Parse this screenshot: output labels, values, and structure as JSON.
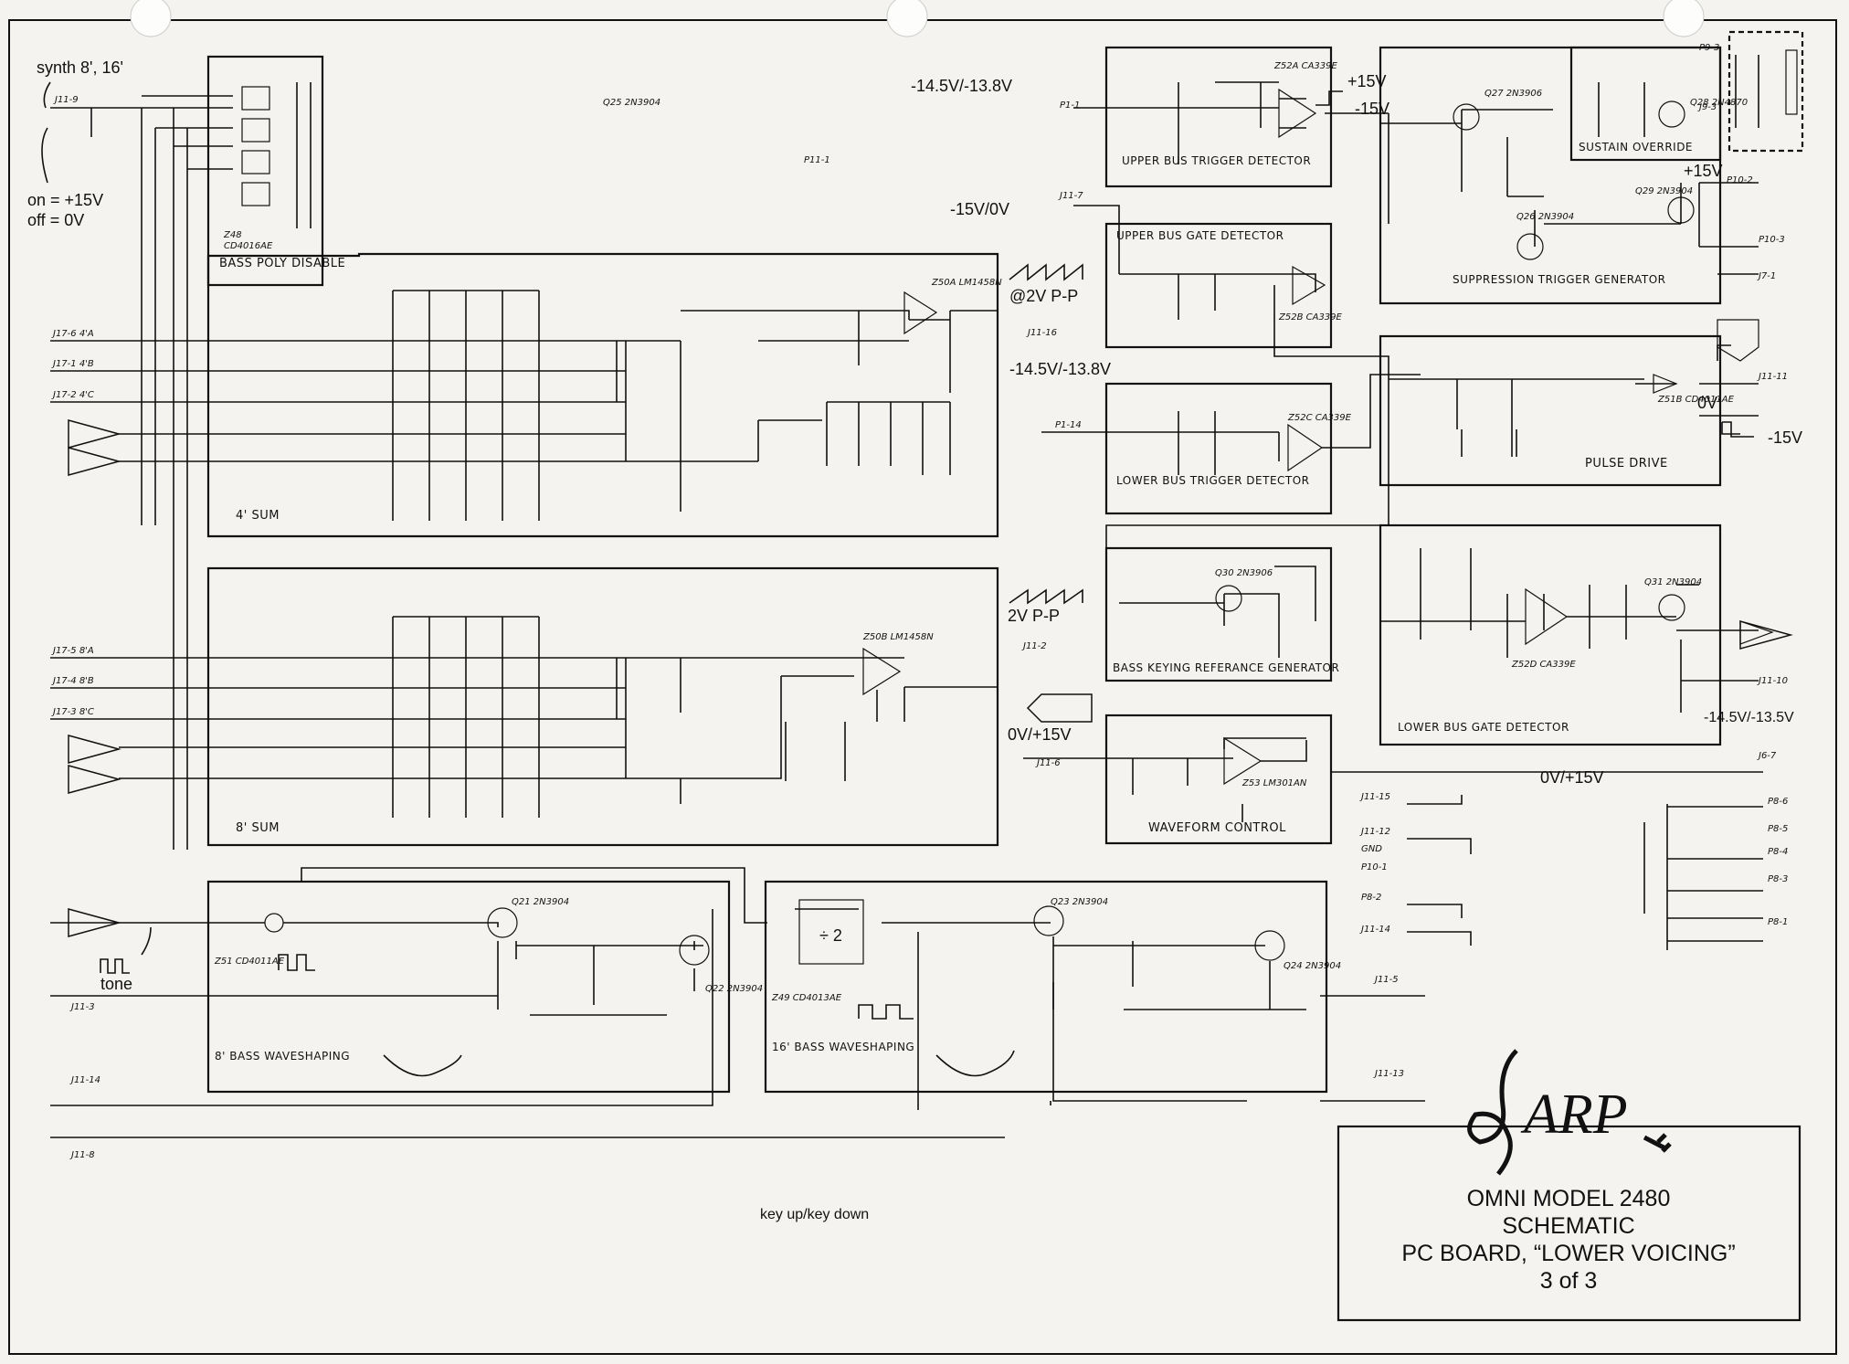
{
  "title_block": {
    "line1": "OMNI MODEL 2480",
    "line2": "SCHEMATIC",
    "line3": "PC BOARD, “LOWER VOICING”",
    "line4": "3 of 3",
    "logo_text": "ARP"
  },
  "blocks": {
    "bass_poly_disable": "BASS POLY DISABLE",
    "sum_4": "4' SUM",
    "sum_8": "8' SUM",
    "upper_bus_trigger": "UPPER BUS TRIGGER DETECTOR",
    "upper_bus_gate": "UPPER BUS GATE DETECTOR",
    "lower_bus_trigger": "LOWER BUS TRIGGER DETECTOR",
    "bass_keying": "BASS KEYING REFERANCE GENERATOR",
    "waveform_control": "WAVEFORM CONTROL",
    "sustain_override": "SUSTAIN OVERRIDE",
    "suppression": "SUPPRESSION TRIGGER GENERATOR",
    "pulse_drive": "PULSE DRIVE",
    "lower_bus_gate": "LOWER BUS GATE DETECTOR",
    "bass_8_waveshaping": "8' BASS WAVESHAPING",
    "bass_16_waveshaping": "16' BASS WAVESHAPING"
  },
  "annotations": {
    "synth": "synth 8', 16'",
    "on": "on = +15V",
    "off": "off = 0V",
    "tone": "tone",
    "key_updown": "key up/key down",
    "v_upper_bus": "-14.5V/-13.8V",
    "v_gate": "-15V/0V",
    "v_2vpp_a": "@2V P-P",
    "v_lower_bus": "-14.5V/-13.8V",
    "v_2vpp_b": "2V P-P",
    "v_hollow": "0V/+15V",
    "v_plus15_a": "+15V",
    "v_minus15_a": "-15V",
    "v_plus15_b": "+15V",
    "v_0v": "0V",
    "v_minus15_b": "-15V",
    "v_bass_gate": "-14.5V/-13.5V",
    "v_waveform_bus": "0V/+15V"
  },
  "connectors": {
    "j11_9": "J11-9",
    "j17_6": "J17-6 4'A",
    "j17_1": "J17-1 4'B",
    "j17_2": "J17-2 4'C",
    "j17_5": "J17-5 8'A",
    "j17_4": "J17-4 8'B",
    "j17_3": "J17-3 8'C",
    "j11_3": "J11-3",
    "j11_14": "J11-14",
    "j11_8": "J11-8",
    "j11_16": "J11-16",
    "j11_2": "J11-2",
    "j11_7": "J11-7",
    "p1_1": "P1-1",
    "p1_14": "P1-14",
    "j11_6": "J11-6",
    "p11_1": "P11-1",
    "j9_3": "J9-3",
    "p9_3": "P9-3",
    "p10_2": "P10-2",
    "p10_3": "P10-3",
    "j7_1": "J7-1",
    "j11_11": "J11-11",
    "j11_10": "J11-10",
    "j6_7": "J6-7",
    "j11_5": "J11-5",
    "j11_13": "J11-13",
    "j11_15": "J11-15",
    "j11_12": "J11-12",
    "gnd": "GND",
    "p10_1": "P10-1",
    "p8_2": "P8-2",
    "j11_14b": "J11-14",
    "p8_6": "P8-6",
    "p8_5": "P8-5",
    "p8_4": "P8-4",
    "p8_3": "P8-3",
    "p8_1": "P8-1"
  },
  "parts": {
    "z48": "Z48",
    "z48_type": "CD4016AE",
    "z50a": "Z50A LM1458N",
    "z50b": "Z50B LM1458N",
    "z52a": "Z52A CA339E",
    "z52b": "Z52B CA339E",
    "z52c": "Z52C CA339E",
    "z52d": "Z52D CA339E",
    "z53": "Z53 LM301AN",
    "z51": "Z51 CD4011AE",
    "z49": "Z49 CD4013AE",
    "z51b": "Z51B CD4011AE",
    "q25": "Q25 2N3904",
    "q21": "Q21 2N3904",
    "q22": "Q22 2N3904",
    "q23": "Q23 2N3904",
    "q24": "Q24 2N3904",
    "q27": "Q27 2N3906",
    "q26": "Q26 2N3904",
    "q28": "Q28 2N4870",
    "q29": "Q29 2N3904",
    "q30": "Q30 2N3906",
    "q31": "Q31 2N3904",
    "div2": "÷ 2"
  },
  "colors": {
    "ink": "#111111",
    "paper": "#f4f3ef"
  }
}
